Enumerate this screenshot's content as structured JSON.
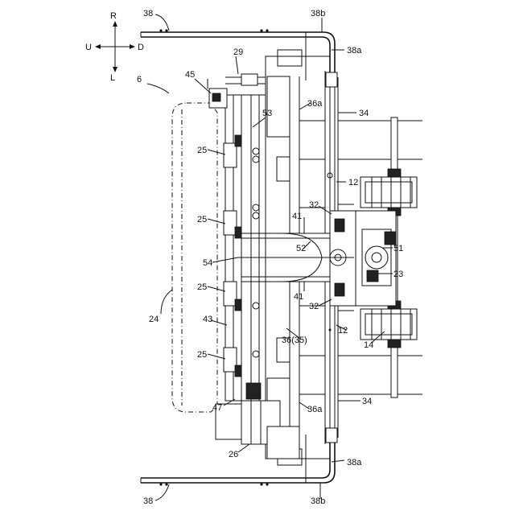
{
  "compass": {
    "up": "U",
    "down": "D",
    "right": "R",
    "left": "L"
  },
  "labels": {
    "l38_top": "38",
    "l38b_top": "38b",
    "l38a_top": "38a",
    "l29": "29",
    "l6": "6",
    "l45": "45",
    "l36a_top": "36a",
    "l34_top": "34",
    "l53": "53",
    "l25_1": "25",
    "l12_top": "12",
    "l25_2": "25",
    "l41_top": "41",
    "l32_top": "32",
    "l52": "52",
    "l51": "51",
    "l54": "54",
    "l23": "23",
    "l25_3": "25",
    "l41_bot": "41",
    "l32_bot": "32",
    "l24": "24",
    "l43": "43",
    "l36_35": "36(35)",
    "l12_bot": "12",
    "l14": "14",
    "l25_4": "25",
    "l47": "47",
    "l36a_bot": "36a",
    "l34_bot": "34",
    "l26": "26",
    "l38a_bot": "38a",
    "l38_bot": "38",
    "l38b_bot": "38b"
  }
}
